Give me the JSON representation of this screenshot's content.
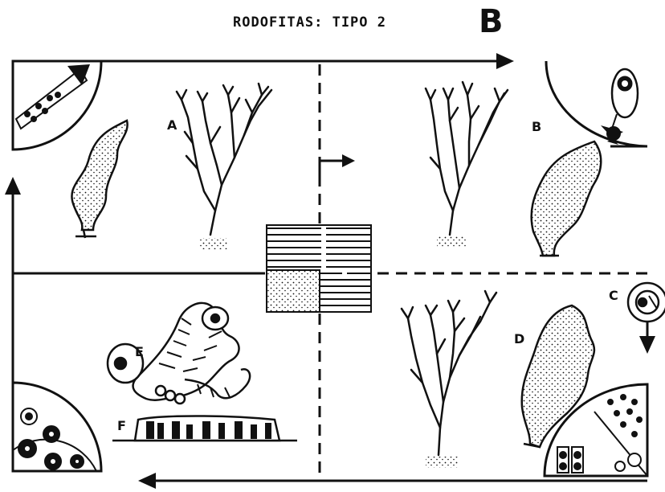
{
  "title": "RODOFITAS: TIPO 2",
  "corner_letter": "B",
  "labels": {
    "a": "A",
    "b": "B",
    "c": "C",
    "d": "D",
    "e": "E",
    "f": "F"
  },
  "colors": {
    "ink": "#111111",
    "paper": "#ffffff"
  }
}
